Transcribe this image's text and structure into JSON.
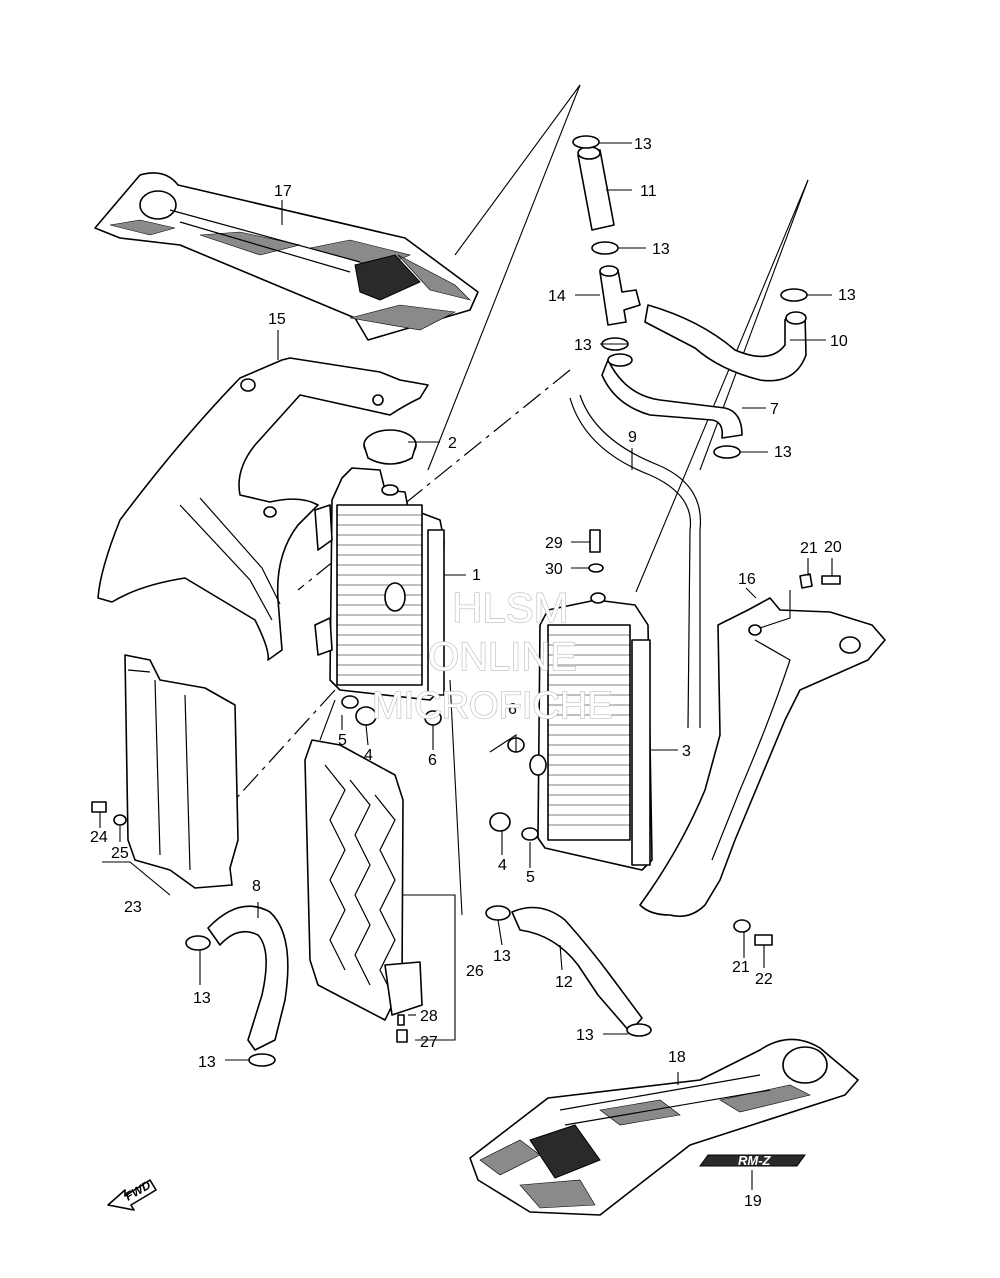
{
  "watermark": {
    "line1": "HLSM",
    "line2": "ONLINE",
    "line3": "MICROFICHE"
  },
  "direction_label": "FWD",
  "emblem_text": "RM-Z",
  "callouts": {
    "c1": "1",
    "c2": "2",
    "c3": "3",
    "c4a": "4",
    "c4b": "4",
    "c5a": "5",
    "c5b": "5",
    "c6a": "6",
    "c6b": "6",
    "c7": "7",
    "c8": "8",
    "c9": "9",
    "c10": "10",
    "c11": "11",
    "c12": "12",
    "c13a": "13",
    "c13b": "13",
    "c13c": "13",
    "c13d": "13",
    "c13e": "13",
    "c13f": "13",
    "c13g": "13",
    "c13h": "13",
    "c13i": "13",
    "c14": "14",
    "c15": "15",
    "c16": "16",
    "c17": "17",
    "c18": "18",
    "c19": "19",
    "c20": "20",
    "c21a": "21",
    "c21b": "21",
    "c22": "22",
    "c23": "23",
    "c24": "24",
    "c25": "25",
    "c26": "26",
    "c27": "27",
    "c28": "28",
    "c29": "29",
    "c30": "30"
  }
}
